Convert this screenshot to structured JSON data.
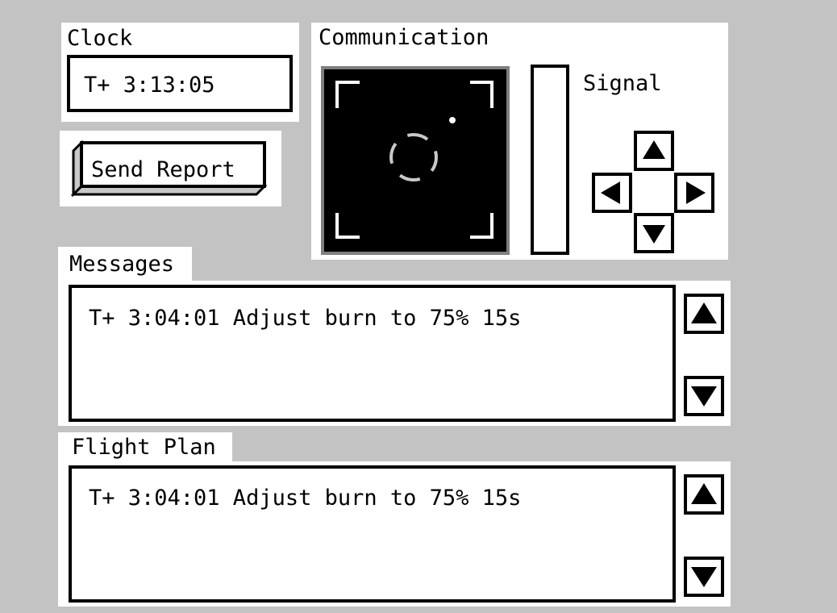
{
  "clock": {
    "label": "Clock",
    "value": "T+ 3:13:05"
  },
  "report": {
    "button_label": "Send Report"
  },
  "communication": {
    "label": "Communication",
    "signal_label": "Signal",
    "dpad": {
      "up_icon": "triangle-up-icon",
      "down_icon": "triangle-down-icon",
      "left_icon": "triangle-left-icon",
      "right_icon": "triangle-right-icon"
    }
  },
  "messages": {
    "label": "Messages",
    "lines": [
      "T+ 3:04:01 Adjust burn to 75% 15s"
    ]
  },
  "flight_plan": {
    "label": "Flight Plan",
    "lines": [
      "T+ 3:04:01 Adjust burn to 75% 15s"
    ]
  },
  "colors": {
    "background": "#c3c3c3",
    "panel": "#ffffff",
    "radar_screen": "#000000",
    "radar_frame": "#7f7f7f",
    "reticle": "#c8c8c8",
    "corner_brackets": "#ffffff"
  }
}
